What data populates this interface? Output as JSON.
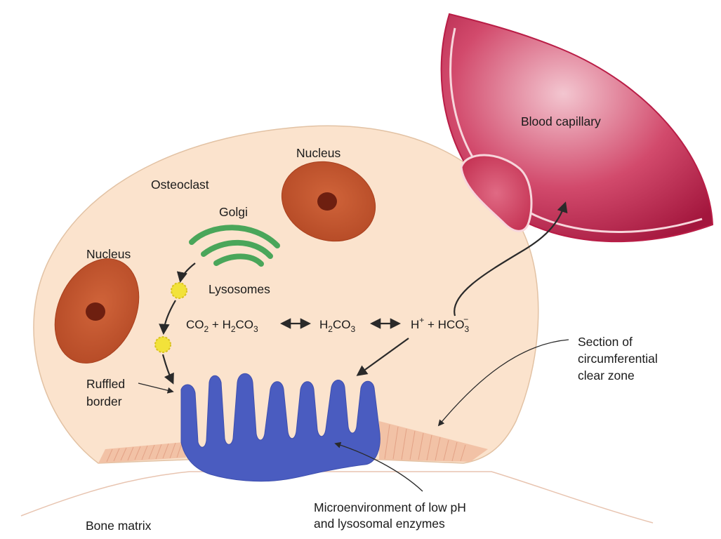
{
  "colors": {
    "cell_fill": "#fbe3cd",
    "cell_stroke": "#ddbfa3",
    "nucleus_fill": "#c85a32",
    "nucleolus_fill": "#6e1f10",
    "golgi": "#4aa65a",
    "lysosome": "#f2e23a",
    "ruffled_border": "#4a5cc0",
    "clear_zone": "#f2c2a6",
    "capillary_outer": "#b91d46",
    "capillary_light": "#f7d6dc",
    "rbc": "#d4415f",
    "arrow": "#2a2a2a"
  },
  "labels": {
    "blood_capillary": "Blood capillary",
    "nucleus_top": "Nucleus",
    "osteoclast": "Osteoclast",
    "golgi": "Golgi",
    "nucleus_left": "Nucleus",
    "lysosomes": "Lysosomes",
    "ruffled": "Ruffled",
    "border": "border",
    "section_of": "Section of",
    "circumferential": "circumferential",
    "clear_zone": "clear zone",
    "bone_matrix": "Bone matrix",
    "microenv_line1": "Microenvironment of low pH",
    "microenv_line2": "and lysosomal enzymes"
  },
  "equation": {
    "co2_base": "CO",
    "co2_sub": "2",
    "plus1": " + ",
    "h2co3_a_h": "H",
    "h2co3_a_sub1": "2",
    "h2co3_a_co": "CO",
    "h2co3_a_sub2": "3",
    "h2co3_b_h": "H",
    "h2co3_b_sub1": "2",
    "h2co3_b_co": "CO",
    "h2co3_b_sub2": "3",
    "h_base": "H",
    "h_sup": "+",
    "plus2": " + ",
    "hco3_base": "HCO",
    "hco3_sub": "3",
    "hco3_sup": "−"
  }
}
